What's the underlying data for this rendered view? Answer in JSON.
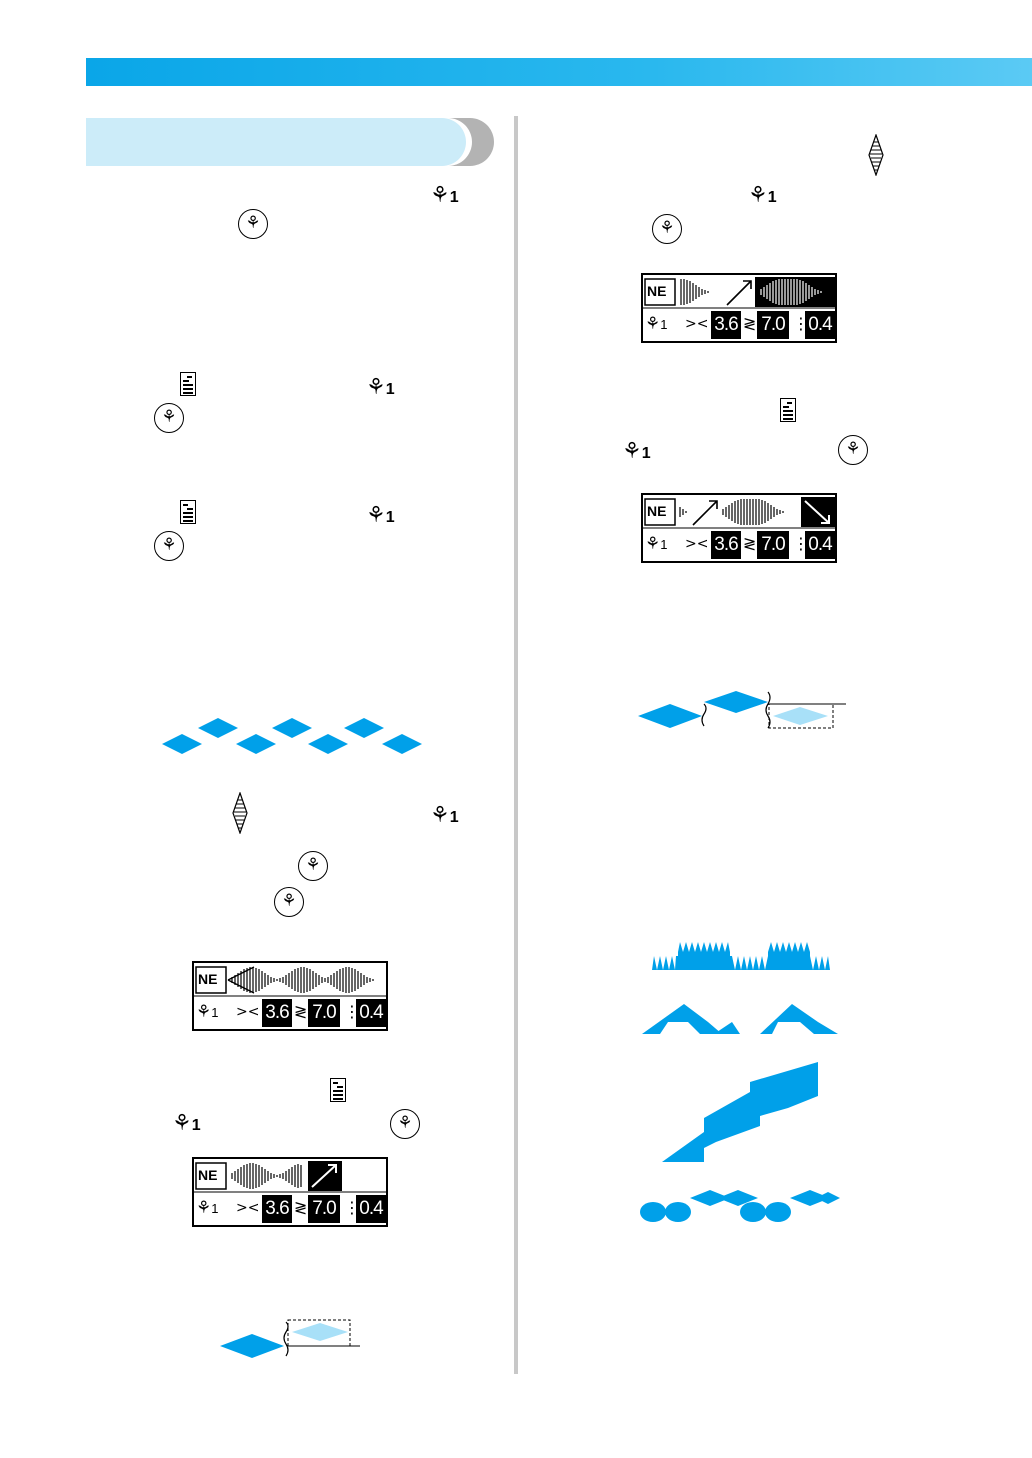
{
  "page": {
    "header_band_color": "#1ab0ec",
    "section_tab_color": "#ccecf9",
    "stitch_color": "#00a0e9",
    "stitch_preview_color": "#a8e0f8"
  },
  "icons": {
    "pattern_number": {
      "glyph": "⚘",
      "number": "1"
    },
    "circle_button": {
      "name": "needle-button-icon",
      "glyph": "⚘"
    },
    "diamond_stitch": {
      "name": "diamond-satin-stitch-icon"
    },
    "image_left_key": {
      "name": "image-left-key-icon"
    },
    "image_right_key": {
      "name": "image-right-key-icon"
    }
  },
  "lcd": {
    "mode_label": "NE",
    "width_value": "3.6",
    "length_value": "7.0",
    "density_value": "0.4",
    "pattern_number": "1"
  }
}
